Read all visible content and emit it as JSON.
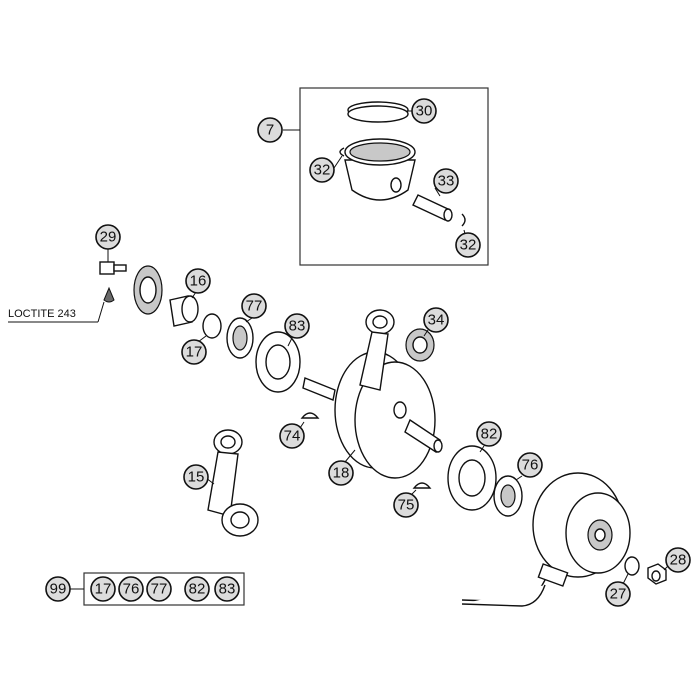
{
  "callouts": {
    "c7": "7",
    "c30": "30",
    "c32a": "32",
    "c33": "33",
    "c32b": "32",
    "c29": "29",
    "c16": "16",
    "c77": "77",
    "c83": "83",
    "c17": "17",
    "c34": "34",
    "c74": "74",
    "c15": "15",
    "c18": "18",
    "c82": "82",
    "c76": "76",
    "c75": "75",
    "c28": "28",
    "c27": "27"
  },
  "note": {
    "loctite": "LOCTITE 243"
  },
  "kit": {
    "label": "99",
    "items": [
      "17",
      "76",
      "77",
      "82",
      "83"
    ]
  }
}
